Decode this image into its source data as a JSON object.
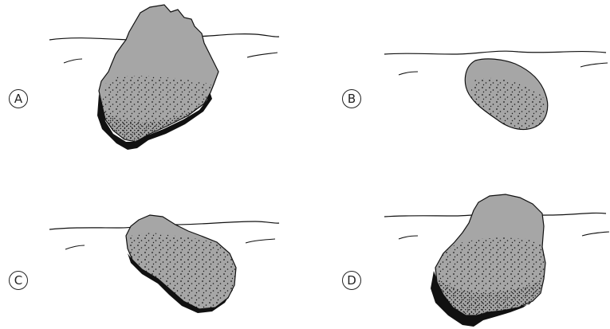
{
  "options": [
    {
      "id": "A",
      "label": "A"
    },
    {
      "id": "B",
      "label": "B"
    },
    {
      "id": "C",
      "label": "C"
    },
    {
      "id": "D",
      "label": "D"
    }
  ],
  "colors": {
    "rock_fill": "#a6a6a6",
    "rock_shadow": "#111111",
    "line": "#111111",
    "background": "#ffffff"
  }
}
